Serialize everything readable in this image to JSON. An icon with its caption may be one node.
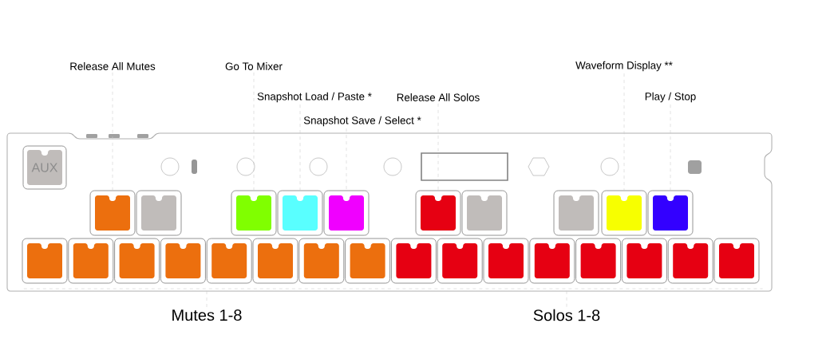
{
  "diagram": {
    "nodes": [
      {
        "text": [
          "Release All Mutes"
        ]
      },
      {
        "text": [
          "Go To Mixer"
        ]
      },
      {
        "text": [
          "Waveform Display **"
        ]
      },
      {
        "text": [
          "Snapshot Load / Paste *"
        ]
      },
      {
        "text": [
          "Release All Solos"
        ]
      },
      {
        "text": [
          "Play / Stop"
        ]
      },
      {
        "text": [
          "Snapshot Save / Select *"
        ]
      },
      {
        "text": [
          "AUX"
        ]
      },
      {
        "text": [],
        "shape": "box"
      },
      {
        "text": [],
        "shape": "box"
      },
      {
        "text": [],
        "shape": "box"
      },
      {
        "text": [],
        "shape": "box"
      },
      {
        "text": [],
        "shape": "box"
      },
      {
        "text": [],
        "shape": "box"
      },
      {
        "text": [],
        "shape": "box"
      },
      {
        "text": [],
        "shape": "box"
      },
      {
        "text": [],
        "shape": "box"
      },
      {
        "text": [],
        "shape": "box"
      },
      {
        "text": [],
        "shape": "box"
      },
      {
        "text": [],
        "shape": "box"
      },
      {
        "text": [],
        "shape": "box"
      },
      {
        "text": [],
        "shape": "box"
      },
      {
        "text": [],
        "shape": "box"
      },
      {
        "text": [],
        "shape": "box"
      },
      {
        "text": [],
        "shape": "box"
      },
      {
        "text": [],
        "shape": "box"
      },
      {
        "text": [],
        "shape": "box"
      },
      {
        "text": [],
        "shape": "box"
      },
      {
        "text": [],
        "shape": "box"
      },
      {
        "text": [],
        "shape": "box"
      },
      {
        "text": [],
        "shape": "box"
      },
      {
        "text": [],
        "shape": "box"
      },
      {
        "text": [],
        "shape": "box"
      },
      {
        "text": [],
        "shape": "box"
      },
      {
        "text": [],
        "shape": "bar"
      },
      {
        "text": [],
        "shape": "bar"
      },
      {
        "text": [
          "Mutes 1-8"
        ]
      },
      {
        "text": [
          "Solos 1-8"
        ]
      }
    ],
    "edges": [
      {
        "from": 0,
        "to": 8,
        "arrow": "none",
        "style": "dashed"
      },
      {
        "from": 1,
        "to": 10,
        "arrow": "none",
        "style": "dashed"
      },
      {
        "from": 3,
        "to": 11,
        "arrow": "none",
        "style": "dashed"
      },
      {
        "from": 6,
        "to": 12,
        "arrow": "none",
        "style": "dashed"
      },
      {
        "from": 4,
        "to": 13,
        "arrow": "none",
        "style": "dashed"
      },
      {
        "from": 2,
        "to": 16,
        "arrow": "none",
        "style": "dashed"
      },
      {
        "from": 5,
        "to": 17,
        "arrow": "none",
        "style": "dashed"
      },
      {
        "from": 36,
        "to": 34,
        "arrow": "none",
        "style": "dashed"
      },
      {
        "from": 37,
        "to": 35,
        "arrow": "none",
        "style": "dashed"
      }
    ]
  }
}
